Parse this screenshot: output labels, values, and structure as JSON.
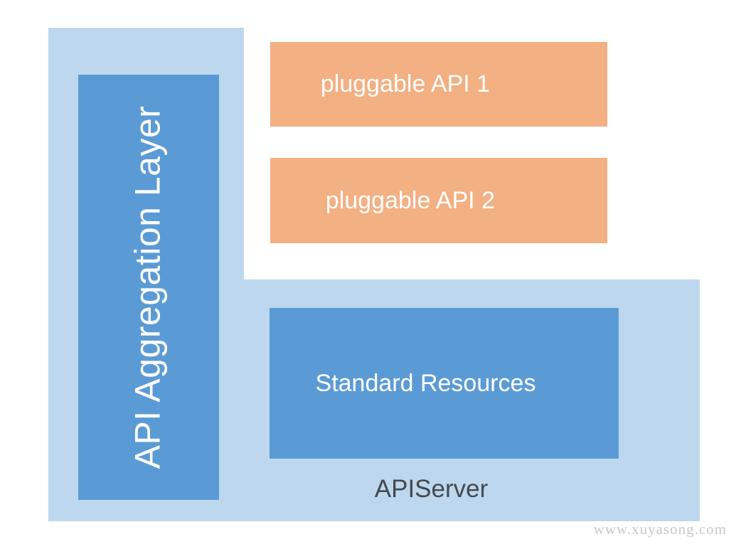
{
  "diagram": {
    "aggregation_layer": {
      "label": "API Aggregation Layer"
    },
    "pluggable_apis": [
      {
        "label": "pluggable API 1"
      },
      {
        "label": "pluggable API 2"
      }
    ],
    "standard_resources": {
      "label": "Standard Resources"
    },
    "api_server": {
      "label": "APIServer"
    },
    "watermark": "www.xuyasong.com"
  },
  "colors": {
    "container_fill": "#BDD7EE",
    "accent_blue": "#5B9BD5",
    "accent_orange": "#F2B083",
    "white_text": "#FFFFFF",
    "api_server_text": "#45494E",
    "watermark_text": "#C8C8C8"
  }
}
